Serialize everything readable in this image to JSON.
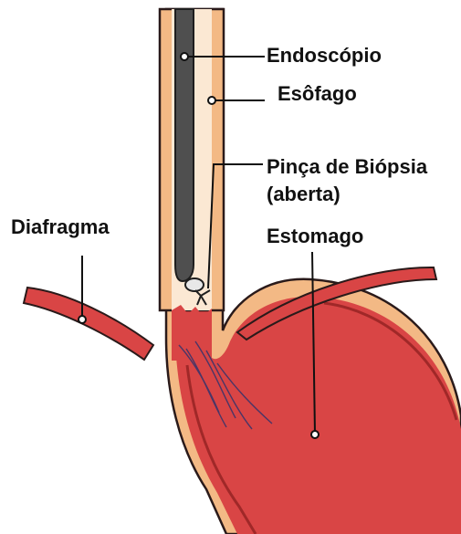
{
  "labels": {
    "endoscope": "Endoscópio",
    "esophagus": "Esôfago",
    "biopsy_forceps_line1": "Pinça de Biópsia",
    "biopsy_forceps_line2": "(aberta)",
    "diaphragm": "Diafragma",
    "stomach": "Estomago"
  },
  "colors": {
    "tissue_red": "#d94545",
    "dark_red": "#a02828",
    "wall_orange": "#f3b985",
    "lumen_cream": "#fbe8d3",
    "endoscope_gray": "#4f4f4f",
    "outline": "#2a1a1a",
    "vessel_purple": "#4a3566"
  },
  "icons": {
    "forceps": "open-biopsy-forceps-icon"
  }
}
